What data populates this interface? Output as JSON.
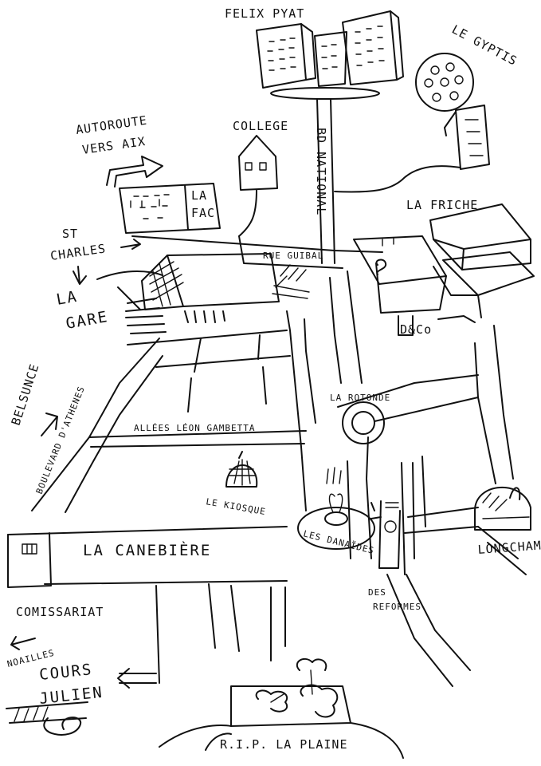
{
  "labels": {
    "felix_pyat": "FELIX PYAT",
    "le_gyptis": "LE GYPTIS",
    "autoroute": "AUTOROUTE",
    "vers_aix": "VERS AIX",
    "college": "COLLEGE",
    "bd_national": "BD NATIONAL",
    "la_fac_1": "LA",
    "la_fac_2": "FAC",
    "la_friche": "LA FRICHE",
    "st": "ST",
    "charles": "CHARLES",
    "rue_guibal": "RUE GUIBAL",
    "la": "LA",
    "gare": "GARE",
    "belsunce": "BELSUNCE",
    "bd_athenes": "BOULEVARD D'ATHENES",
    "la_rotonde": "LA ROTONDE",
    "allees": "ALLÉES LÉON GAMBETTA",
    "le_kiosque": "LE KIOSQUE",
    "les_danaides": "LES DANAÏDES",
    "la_canebiere": "LA CANEBIÈRE",
    "longchamp": "LONGCHAMP",
    "des_reformes": "DES",
    "reformes": "REFORMES",
    "comissariat": "COMISSARIAT",
    "noailles": "NOAILLES",
    "cours": "COURS",
    "julien": "JULIEN",
    "rip_la_plaine": "R.I.P. LA PLAINE",
    "d_and_co": "D&Co"
  },
  "icons": [
    "film-reel-icon",
    "film-strip-icon",
    "arrow-icon",
    "building-icon",
    "tree-icon",
    "fountain-icon",
    "church-icon",
    "kiosk-icon"
  ]
}
